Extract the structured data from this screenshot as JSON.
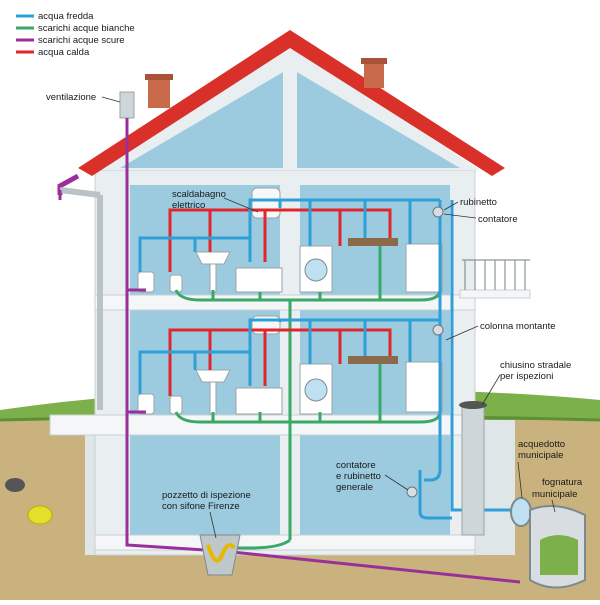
{
  "legend": [
    {
      "label": "acqua fredda",
      "color": "#2f9fd8"
    },
    {
      "label": "scarichi acque bianche",
      "color": "#3aa866"
    },
    {
      "label": "scarichi acque scure",
      "color": "#9a2f9a"
    },
    {
      "label": "acqua calda",
      "color": "#e0262b"
    }
  ],
  "labels": {
    "ventilazione": "ventilazione",
    "scaldabagno_1": "scaldabagno",
    "scaldabagno_2": "elettrico",
    "rubinetto": "rubinetto",
    "contatore": "contatore",
    "colonna_montante": "colonna montante",
    "chiusino_1": "chiusino stradale",
    "chiusino_2": "per ispezioni",
    "acquedotto_1": "acquedotto",
    "acquedotto_2": "municipale",
    "fognatura_1": "fognatura",
    "fognatura_2": "municipale",
    "contatore_gen_1": "contatore",
    "contatore_gen_2": "e rubinetto",
    "contatore_gen_3": "generale",
    "pozzetto_1": "pozzetto di ispezione",
    "pozzetto_2": "con sifone Firenze"
  },
  "colors": {
    "roof": "#d9302a",
    "wall": "#e9eef0",
    "room": "#9ccbe0",
    "ground": "#c9b27e",
    "grass": "#7bb04a"
  }
}
